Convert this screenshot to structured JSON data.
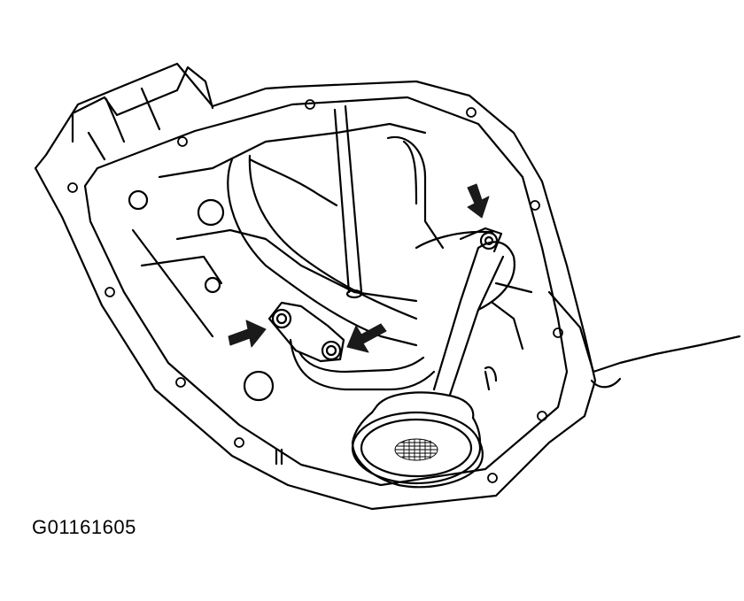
{
  "figure": {
    "code": "G01161605"
  },
  "colors": {
    "line": "#000000",
    "background": "#ffffff",
    "arrow": "#1a1a1a"
  },
  "callouts": [
    {
      "name": "arrow-icon",
      "points_to": "oil-strainer-bracket-bolt"
    },
    {
      "name": "arrow-icon",
      "points_to": "oil-pickup-flange-nut-left"
    },
    {
      "name": "arrow-icon",
      "points_to": "oil-pickup-flange-nut-right"
    }
  ]
}
